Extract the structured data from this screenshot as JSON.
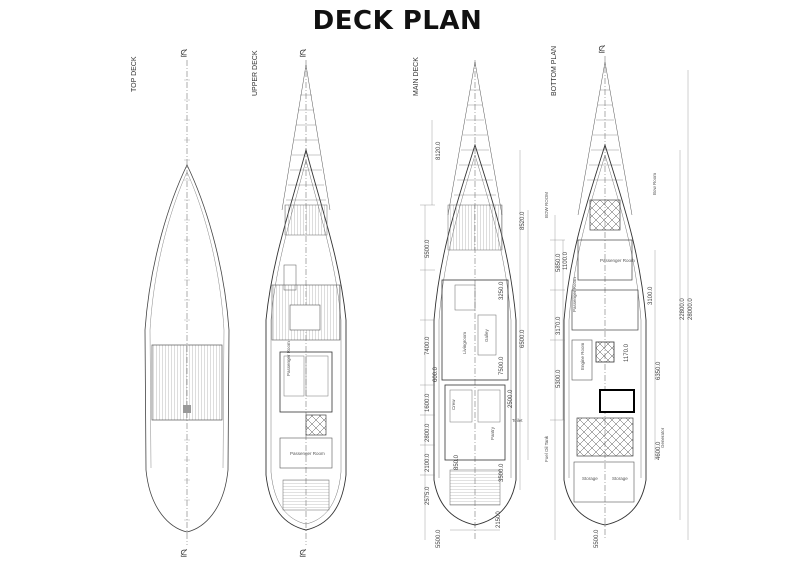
{
  "title": "DECK PLAN",
  "decks": [
    {
      "label": "TOP DECK"
    },
    {
      "label": "UPPER DECK"
    },
    {
      "label": "MAIN DECK"
    },
    {
      "label": "BOTTOM PLAN"
    }
  ],
  "centerline_mark": "⊈",
  "main_deck_dims": {
    "left": [
      "5500.0",
      "7400.0",
      "600.0",
      "1600.0",
      "2800.0",
      "2100.0",
      "2575.0"
    ],
    "right": [
      "8120.0",
      "8520.0",
      "3250.0",
      "6500.0",
      "7500.0",
      "2500.0",
      "3500.0"
    ],
    "bottom": [
      "5500.0",
      "21500"
    ],
    "mid": [
      "850.0"
    ]
  },
  "bottom_deck_dims": {
    "left": [
      "5850.0",
      "1100.0",
      "3170.0",
      "5300.0",
      "5500.0"
    ],
    "right": [
      "3100.0",
      "1170.0",
      "6350.0",
      "4600.0",
      "22800.0",
      "28000.0"
    ]
  }
}
